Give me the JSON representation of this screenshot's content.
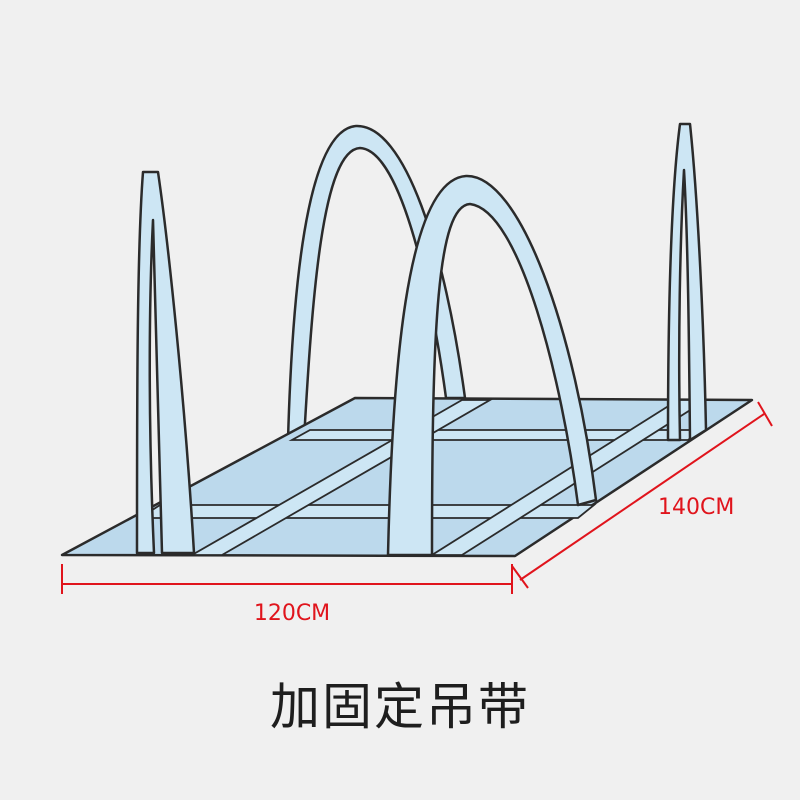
{
  "diagram": {
    "dimension_width": "120CM",
    "dimension_depth": "140CM",
    "caption": "加固定吊带"
  },
  "colors": {
    "background": "#f0f0f0",
    "strap_fill": "#cde6f4",
    "base_fill": "#bcd9ec",
    "outline": "#2b2b2b",
    "dimension_line": "#e0141c"
  }
}
